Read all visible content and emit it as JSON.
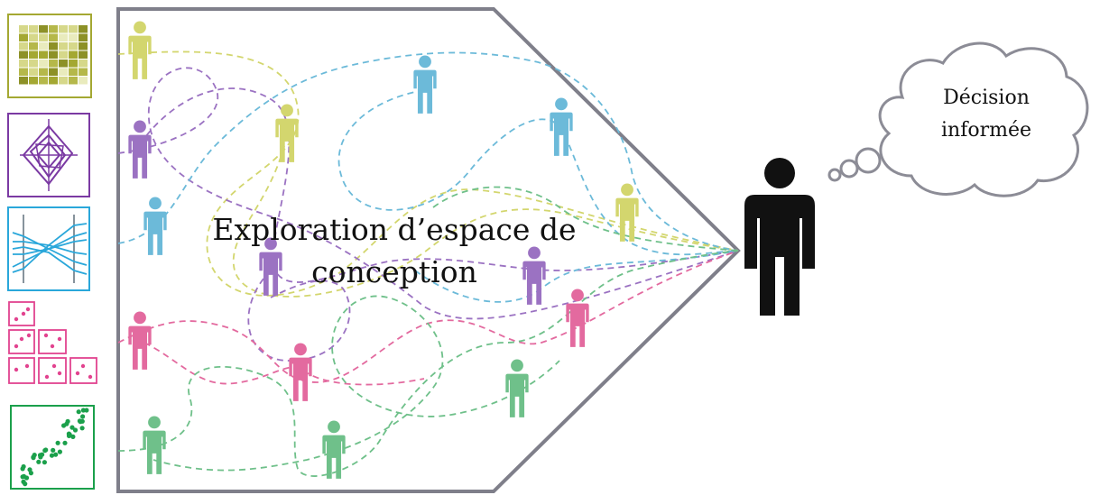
{
  "exploration_label": {
    "line1": "Exploration d’espace de",
    "line2": "conception"
  },
  "decision_label": {
    "line1": "Décision",
    "line2": "informée"
  },
  "colors": {
    "yellow": "#d3d66e",
    "purple": "#9b72c2",
    "blue": "#6cbad9",
    "pink": "#e36a9f",
    "green": "#6fc08a",
    "outline": "#7f7f8a",
    "decision_maker": "#111111"
  },
  "legend_icons": [
    {
      "name": "heatmap-matrix-icon",
      "color": "#a4a832"
    },
    {
      "name": "radar-chart-icon",
      "color": "#7b3aa3"
    },
    {
      "name": "parallel-coordinates-icon",
      "color": "#2aa7da"
    },
    {
      "name": "scatterplot-matrix-icon",
      "color": "#e2438f"
    },
    {
      "name": "scatterplot-icon",
      "color": "#1ba04b"
    }
  ]
}
